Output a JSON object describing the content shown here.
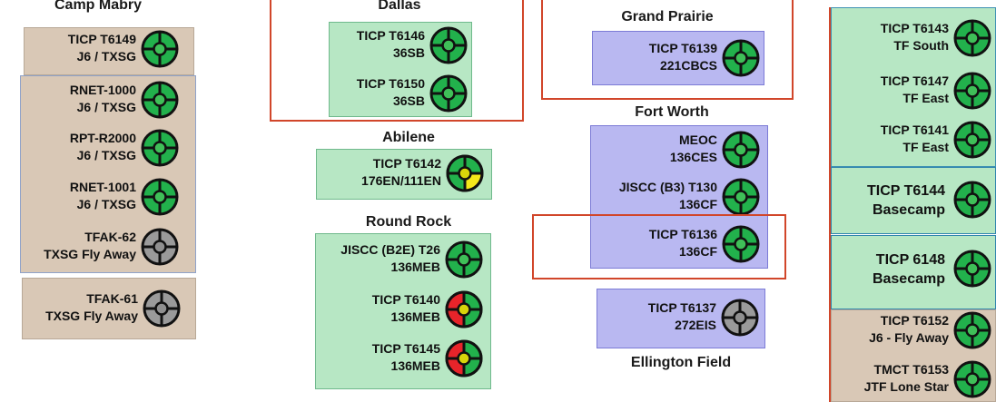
{
  "sites": {
    "camp_mabry": "Camp Mabry",
    "dallas": "Dallas",
    "grand_prairie": "Grand Prairie",
    "abilene": "Abilene",
    "fort_worth": "Fort Worth",
    "round_rock": "Round Rock",
    "ellington_field": "Ellington Field"
  },
  "nodes": {
    "t6149": {
      "line1": "TICP T6149",
      "line2": "J6 / TXSG",
      "status": "green"
    },
    "rnet1000": {
      "line1": "RNET-1000",
      "line2": "J6 / TXSG",
      "status": "green"
    },
    "rptr2000": {
      "line1": "RPT-R2000",
      "line2": "J6 / TXSG",
      "status": "green"
    },
    "rnet1001": {
      "line1": "RNET-1001",
      "line2": "J6 / TXSG",
      "status": "green"
    },
    "tfak62": {
      "line1": "TFAK-62",
      "line2": "TXSG Fly Away",
      "status": "gray"
    },
    "tfak61": {
      "line1": "TFAK-61",
      "line2": "TXSG Fly Away",
      "status": "gray"
    },
    "t6146": {
      "line1": "TICP T6146",
      "line2": "36SB",
      "status": "green"
    },
    "t6150": {
      "line1": "TICP T6150",
      "line2": "36SB",
      "status": "green"
    },
    "t6142": {
      "line1": "TICP T6142",
      "line2": "176EN/111EN",
      "status": "yellow"
    },
    "jiscc_b2e": {
      "line1": "JISCC (B2E) T26",
      "line2": "136MEB",
      "status": "green"
    },
    "t6140": {
      "line1": "TICP T6140",
      "line2": "136MEB",
      "status": "red"
    },
    "t6145": {
      "line1": "TICP T6145",
      "line2": "136MEB",
      "status": "red"
    },
    "t6139": {
      "line1": "TICP T6139",
      "line2": "221CBCS",
      "status": "green"
    },
    "meoc": {
      "line1": "MEOC",
      "line2": "136CES",
      "status": "green"
    },
    "jiscc_b3": {
      "line1": "JISCC (B3) T130",
      "line2": "136CF",
      "status": "green"
    },
    "t6136": {
      "line1": "TICP T6136",
      "line2": "136CF",
      "status": "green"
    },
    "t6137": {
      "line1": "TICP T6137",
      "line2": "272EIS",
      "status": "gray"
    },
    "t6143": {
      "line1": "TICP T6143",
      "line2": "TF South",
      "status": "green"
    },
    "t6147": {
      "line1": "TICP T6147",
      "line2": "TF East",
      "status": "green"
    },
    "t6141": {
      "line1": "TICP T6141",
      "line2": "TF East",
      "status": "green"
    },
    "t6144": {
      "line1": "TICP T6144",
      "line2": "Basecamp",
      "status": "green"
    },
    "t6148": {
      "line1": "TICP 6148",
      "line2": "Basecamp",
      "status": "green"
    },
    "t6152": {
      "line1": "TICP T6152",
      "line2": "J6 - Fly Away",
      "status": "green"
    },
    "tmct6153": {
      "line1": "TMCT T6153",
      "line2": "JTF Lone Star",
      "status": "green"
    }
  },
  "colors": {
    "green": "#22b14c",
    "gray": "#9a9a9a",
    "red": "#e8242a",
    "yellow": "#f5e71a",
    "ring": "#111111",
    "center_green": "#3fbf58",
    "center_gray": "#8f8f8f",
    "center_yellow": "#d8d40a"
  }
}
